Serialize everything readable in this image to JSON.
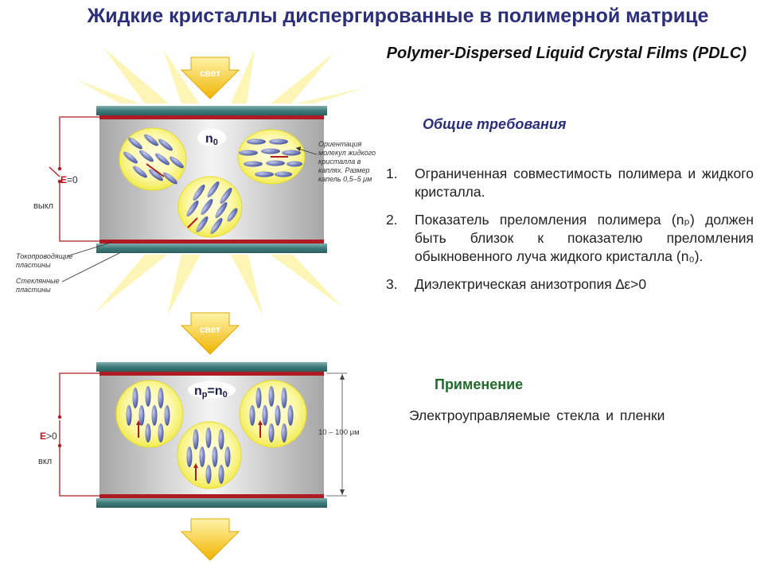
{
  "title": "Жидкие кристаллы диспергированные в полимерной матрице",
  "subtitle": "Polymer-Dispersed Liquid Crystal Films (PDLC)",
  "requirements": {
    "heading": "Общие требования",
    "items": [
      {
        "num": "1.",
        "text": "Ограниченная совместимость полимера и жидкого кристалла."
      },
      {
        "num": "2.",
        "text": "Показатель преломления полимера (nₚ) должен быть близок к показателю преломления обыкновенного луча жидкого кристалла (n₀)."
      },
      {
        "num": "3.",
        "text": "Диэлектрическая анизотропия ∆ε>0"
      }
    ]
  },
  "application": {
    "heading": "Применение",
    "text": "Электроуправляемые стекла и пленки"
  },
  "diagram": {
    "light_label": "свет",
    "top": {
      "field_e": "E",
      "field_value": "=0",
      "switch_state": "выкл",
      "index_label": "n",
      "index_sub": "0",
      "annotation": [
        "Ориентация",
        "молекул жидкого",
        "кристалла в",
        "каплях. Размер",
        "капель 0,5–5 μм"
      ],
      "electrode_label": [
        "Токопроводящие",
        "пластины"
      ],
      "glass_label": [
        "Стеклянные",
        "пластины"
      ]
    },
    "bottom": {
      "field_e": "E",
      "field_value": ">0",
      "switch_state": "вкл",
      "index_label": "n",
      "index_sub": "p",
      "index_eq": "=n",
      "index_sub2": "0",
      "thickness": "10 – 100 μм"
    }
  },
  "colors": {
    "title": "#2b2f7a",
    "heading_green": "#1e6b2a",
    "droplet_fill": "#f2ee45",
    "molecule": "#3f4fa0",
    "electrode": "#b01a22",
    "glass": "#3e7a7a",
    "arrow": "#f2c012"
  }
}
